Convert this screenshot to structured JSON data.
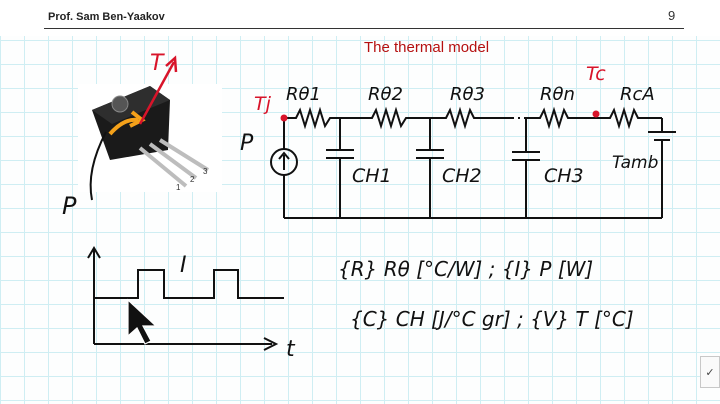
{
  "header": {
    "author": "Prof. Sam Ben-Yaakov",
    "page_number": "9"
  },
  "slide": {
    "title": "The thermal model"
  },
  "figure_labels": {
    "tj_photo": "T",
    "p_photo": "P",
    "pin1": "1",
    "pin2": "2",
    "pin3": "3"
  },
  "circuit_labels": {
    "tj": "Tj",
    "tc": "Tc",
    "p": "P",
    "r1": "Rθ1",
    "r2": "Rθ2",
    "r3": "Rθ3",
    "rn": "Rθn",
    "rca": "RcA",
    "c1": "CH1",
    "c2": "CH2",
    "c3": "CH3",
    "tamb": "Tamb"
  },
  "sketch_labels": {
    "current": "I",
    "time": "t"
  },
  "analogy": {
    "line1": "{R}  Rθ [°C/W] ; {I}  P [W]",
    "line2": "{C}  CH [J/°C gr] ; {V}  T [°C]"
  },
  "nav": {
    "next_glyph": "✓"
  }
}
